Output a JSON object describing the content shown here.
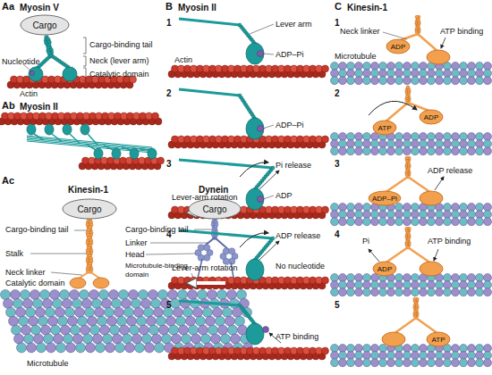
{
  "diagram": {
    "nodes": [
      {
        "text": [
          "Cargo"
        ]
      },
      {
        "text": [
          "Cargo"
        ]
      },
      {
        "text": [
          "Cargo"
        ]
      }
    ],
    "labels": [
      "Aa",
      "Myosin V",
      "Cargo-binding tail",
      "Neck (lever arm)",
      "Catalytic domain",
      "Nucleotide",
      "Actin",
      "Ab",
      "Myosin II",
      "Ac",
      "Kinesin-1",
      "Dynein",
      "Cargo-binding tail",
      "Stalk",
      "Neck linker",
      "Catalytic domain",
      "Cargo-binding tail",
      "Linker",
      "Head",
      "Microtubule-binding domain",
      "Microtubule",
      "B",
      "Myosin II",
      "1",
      "Lever arm",
      "ADP–Pi",
      "Actin",
      "2",
      "ADP–Pi",
      "3",
      "Pi release",
      "Lever-arm rotation",
      "ADP",
      "4",
      "ADP release",
      "Lever-arm rotation",
      "No nucleotide",
      "5",
      "ATP binding",
      "C",
      "Kinesin-1",
      "1",
      "Neck linker",
      "ATP binding",
      "ADP",
      "Microtubule",
      "2",
      "ATP",
      "ADP",
      "3",
      "ADP–Pi",
      "ADP release",
      "4",
      "Pi",
      "ADP",
      "ATP binding",
      "5",
      "ATP"
    ]
  }
}
